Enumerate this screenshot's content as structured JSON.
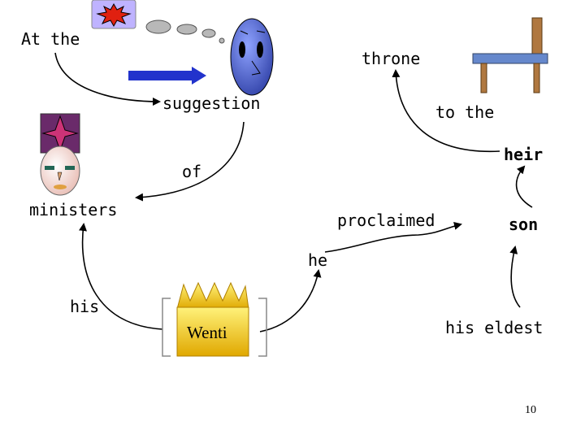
{
  "words": {
    "at_the": "At the",
    "throne": "throne",
    "suggestion": "suggestion",
    "to_the": "to the",
    "heir": "heir",
    "of": "of",
    "ministers": "ministers",
    "proclaimed": "proclaimed",
    "son": "son",
    "he": "he",
    "his": "his",
    "wenti": "Wenti",
    "his_eldest": "his eldest"
  },
  "page_number": "10",
  "colors": {
    "arrow": "#000000",
    "blue_arrow": "#2233cc",
    "emperor_crown": "#f0c000",
    "thought_bubble": "#b8b8b8",
    "face": "#5566cc",
    "chair_seat": "#6688cc",
    "chair_wood": "#b07840"
  },
  "icons": {
    "thought_cloud": "thought-bubble-icon",
    "idea_burst": "explosion-icon",
    "advisor": "advisor-face-icon",
    "minister": "minister-face-icon",
    "chair": "throne-chair-icon",
    "crown": "crown-icon"
  }
}
